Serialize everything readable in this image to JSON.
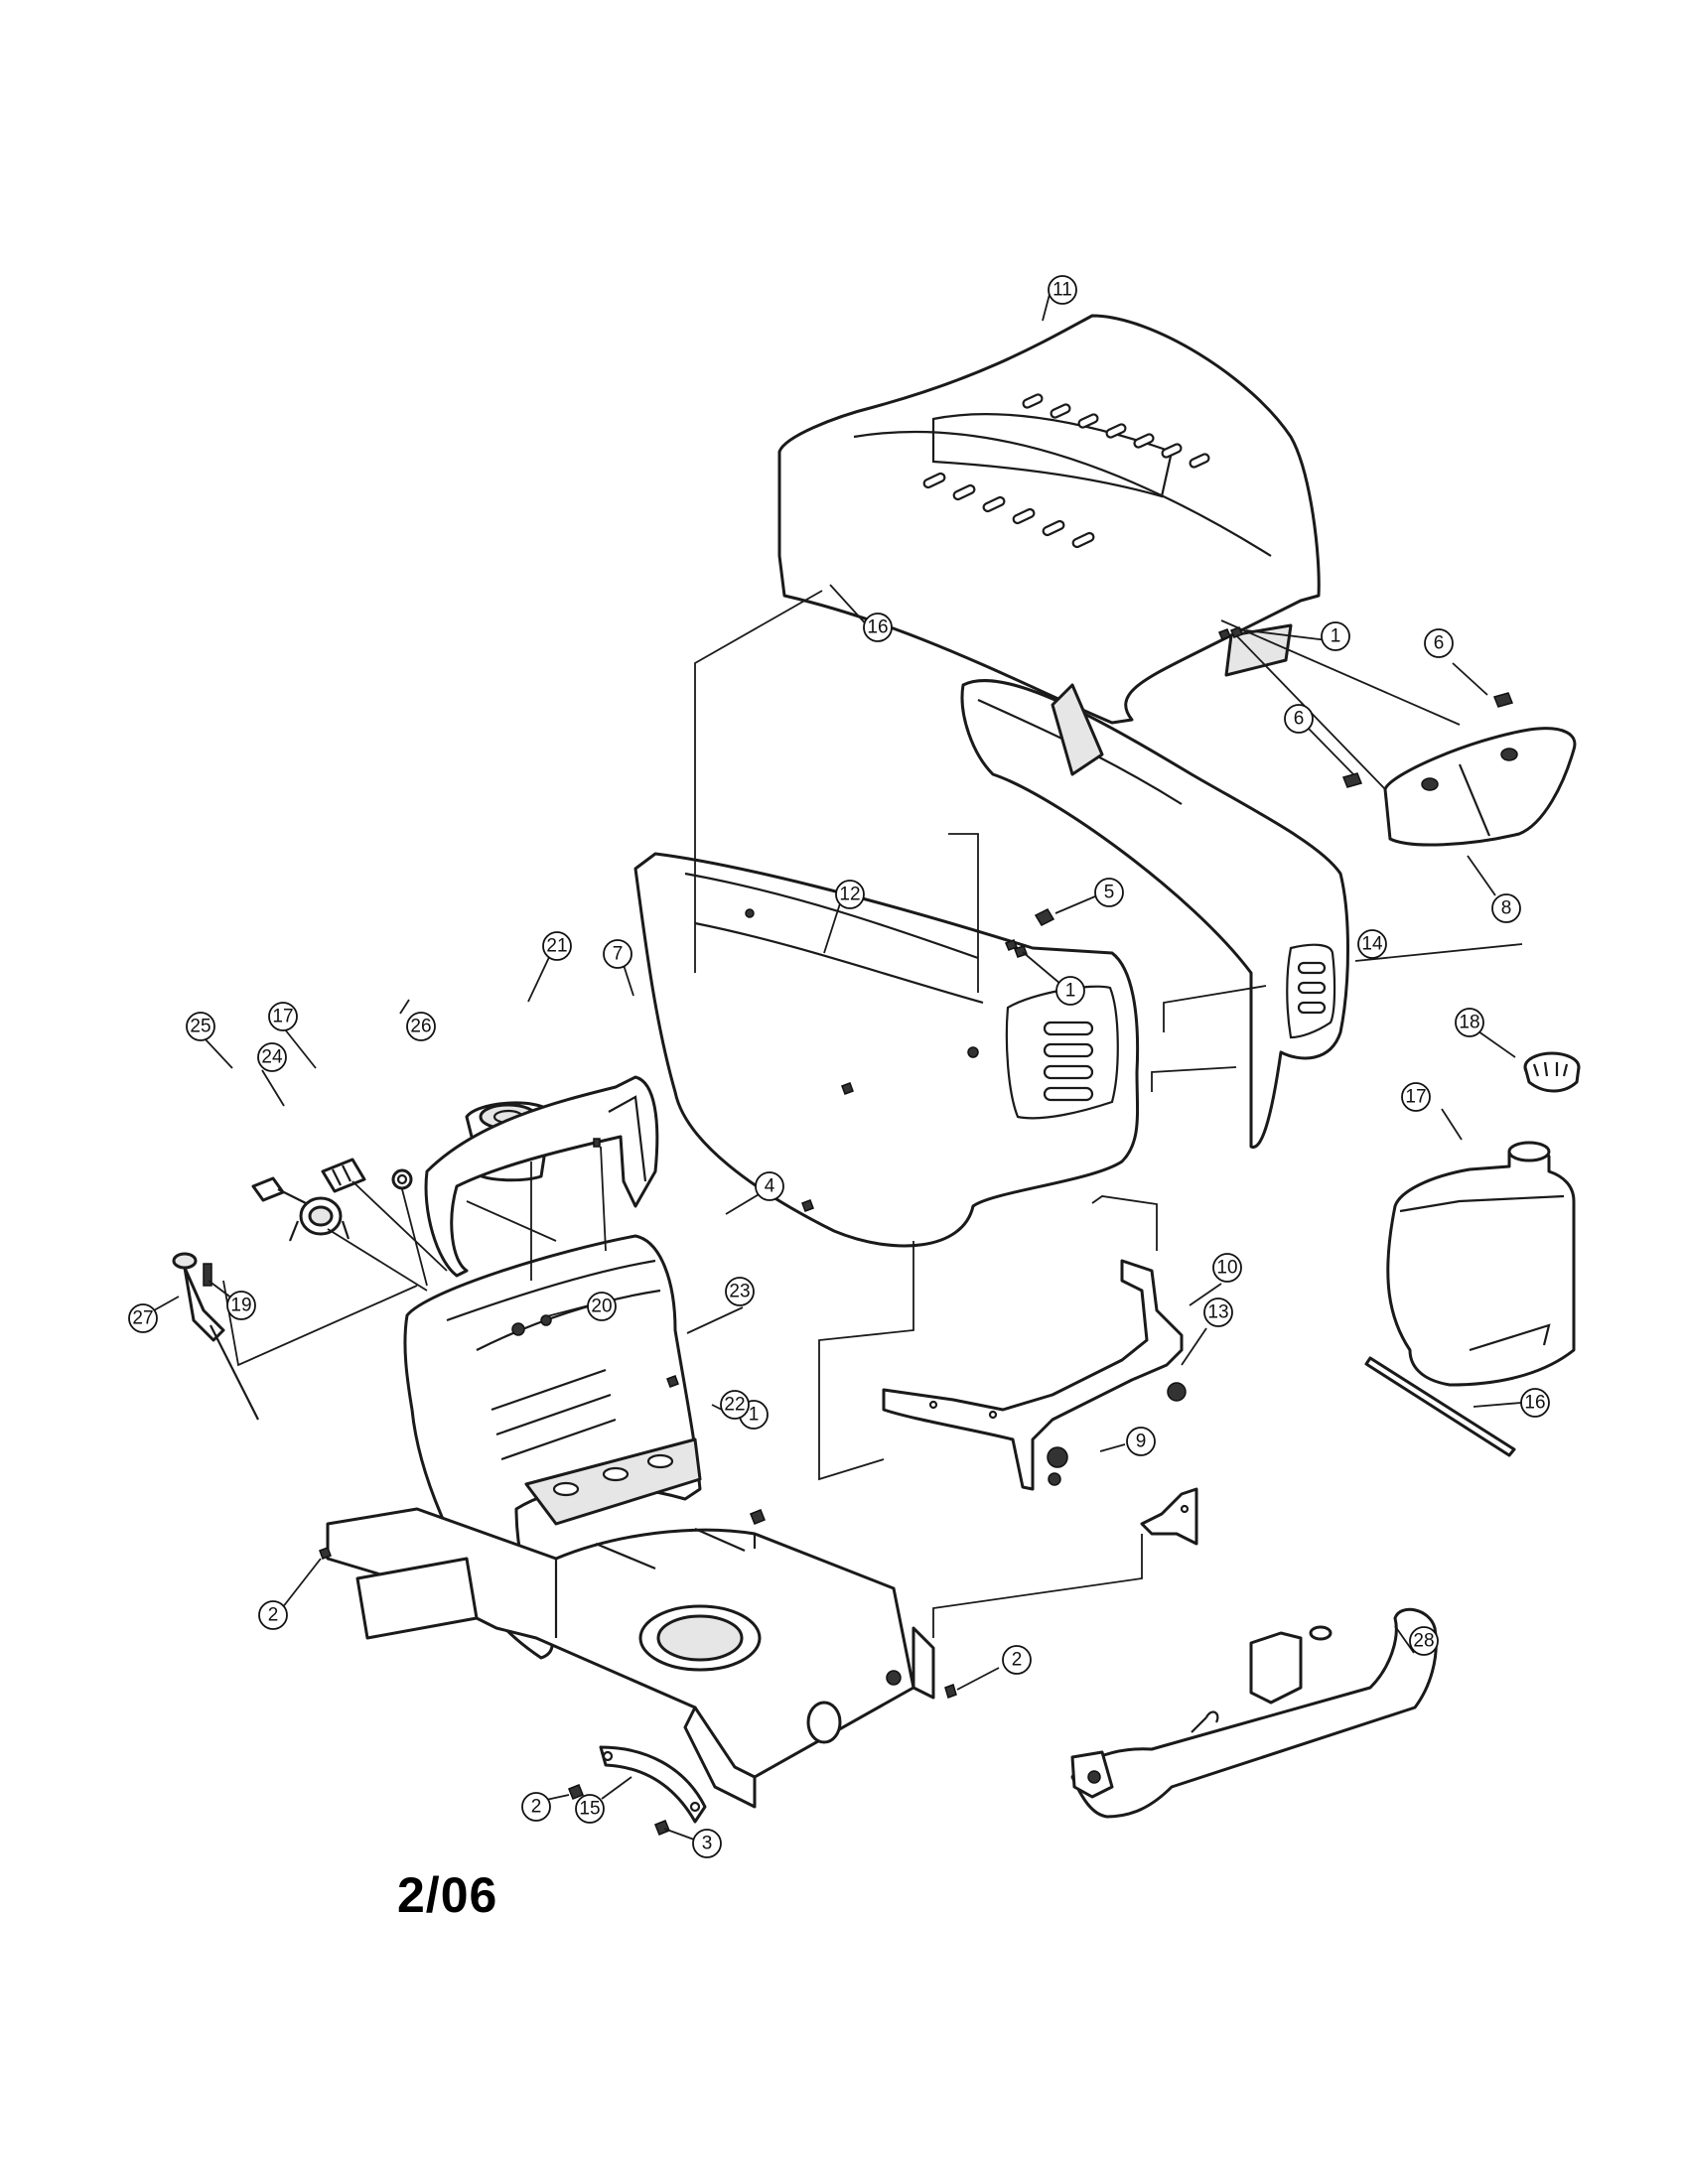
{
  "diagram": {
    "date_code": "2/06",
    "callouts": [
      {
        "part": "hood",
        "label": "11"
      },
      {
        "part": "hood-clip",
        "label": "16"
      },
      {
        "part": "hood-screws",
        "label": "1"
      },
      {
        "part": "headlight-bolt-upper",
        "label": "6"
      },
      {
        "part": "headlight-bolt-lower",
        "label": "6"
      },
      {
        "part": "headlight-lens",
        "label": "8"
      },
      {
        "part": "grille-panel",
        "label": "12"
      },
      {
        "part": "grille-clip",
        "label": "5"
      },
      {
        "part": "grille-screw",
        "label": "1"
      },
      {
        "part": "side-panel",
        "label": "14"
      },
      {
        "part": "fuel-cap",
        "label": "18"
      },
      {
        "part": "fuel-tank",
        "label": "17"
      },
      {
        "part": "cable-tie",
        "label": "16"
      },
      {
        "part": "dash-cover",
        "label": "21"
      },
      {
        "part": "dash-bracket",
        "label": "7"
      },
      {
        "part": "dash-grommet",
        "label": "17"
      },
      {
        "part": "dash-nut",
        "label": "26"
      },
      {
        "part": "ignition-key",
        "label": "25"
      },
      {
        "part": "ignition-switch",
        "label": "24"
      },
      {
        "part": "throttle-knob-screw",
        "label": "19"
      },
      {
        "part": "throttle-control",
        "label": "27"
      },
      {
        "part": "dash-screws",
        "label": "20"
      },
      {
        "part": "dash-panel",
        "label": "23"
      },
      {
        "part": "dash-panel-screw",
        "label": "1"
      },
      {
        "part": "hood-screw-front",
        "label": "4"
      },
      {
        "part": "hood-pivot-bracket",
        "label": "10"
      },
      {
        "part": "pivot-bolt",
        "label": "9"
      },
      {
        "part": "support-bracket",
        "label": "13"
      },
      {
        "part": "dash-support",
        "label": "22"
      },
      {
        "part": "frame-bolt-left",
        "label": "2"
      },
      {
        "part": "frame-bolt-right",
        "label": "2"
      },
      {
        "part": "front-bumper",
        "label": "28"
      },
      {
        "part": "tow-bracket-bolt",
        "label": "2"
      },
      {
        "part": "tow-bracket",
        "label": "15"
      },
      {
        "part": "tow-bracket-screw",
        "label": "3"
      }
    ]
  }
}
